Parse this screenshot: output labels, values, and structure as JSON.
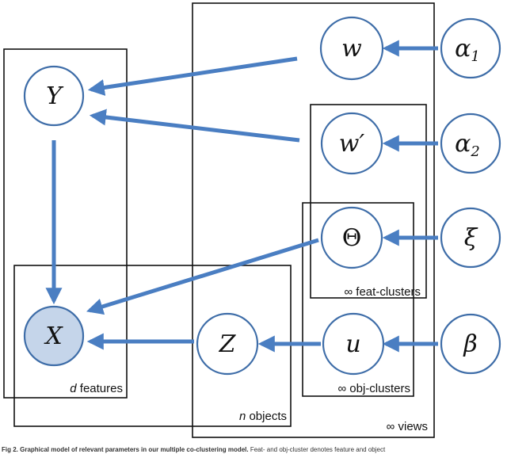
{
  "nodes": {
    "w": "w",
    "w_prime": "w′",
    "alpha1": "α",
    "alpha1_sub": "1",
    "alpha2": "α",
    "alpha2_sub": "2",
    "Y": "Y",
    "theta": "Θ",
    "xi": "ξ",
    "X": "X",
    "Z": "Z",
    "u": "u",
    "beta": "β"
  },
  "plates": {
    "features": {
      "prefix": "d",
      "text": " features"
    },
    "objects": {
      "prefix": "n",
      "text": " objects"
    },
    "feat_clusters": "∞ feat-clusters",
    "obj_clusters": "∞ obj-clusters",
    "views": "∞ views"
  },
  "caption": {
    "bold": "Fig 2. Graphical model of relevant parameters in our multiple co-clustering model.",
    "text": " Feat- and obj-cluster denotes feature and object"
  },
  "colors": {
    "node_stroke": "#3e6da8",
    "edge": "#4a7ec2",
    "observed_fill": "#c5d5ea"
  }
}
